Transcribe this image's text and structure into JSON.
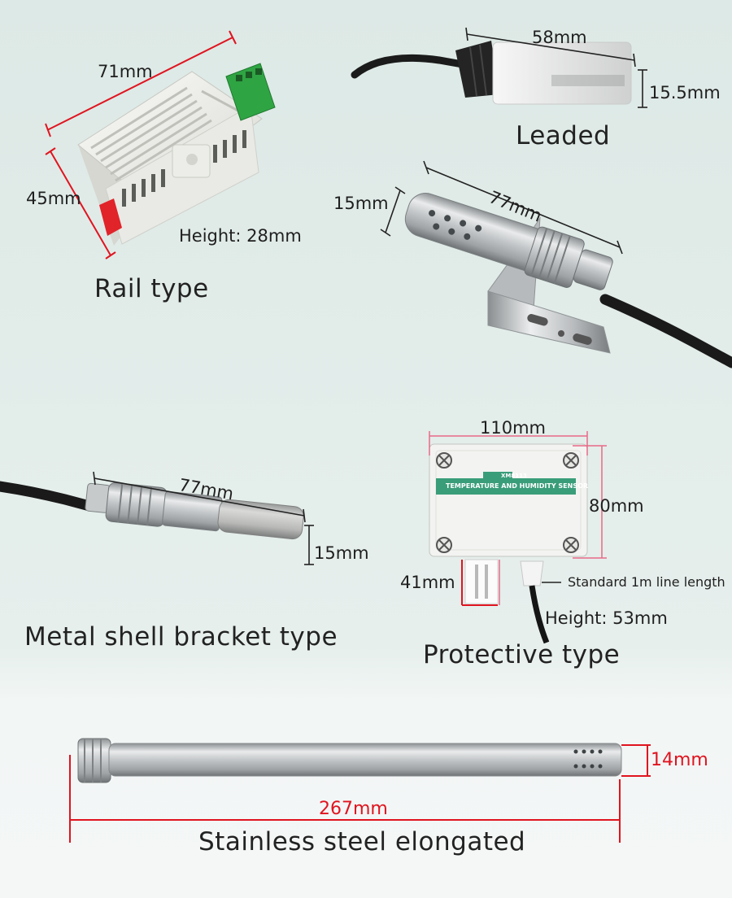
{
  "colors": {
    "background": "#e3ece9",
    "dimension_line_dark": "#222222",
    "dimension_line_red": "#e0141f",
    "enclosure_white": "#f1f1ec",
    "terminal_green": "#3bb44a",
    "steel": "#c9ccce"
  },
  "rail": {
    "length": "71mm",
    "width": "45mm",
    "height": "Height: 28mm",
    "title": "Rail type"
  },
  "leaded": {
    "length": "58mm",
    "diameter": "15.5mm",
    "title": "Leaded"
  },
  "bracket_probe": {
    "diameter": "15mm",
    "length": "77mm"
  },
  "metal_shell": {
    "length": "77mm",
    "diameter": "15mm",
    "title": "Metal shell bracket type"
  },
  "protective": {
    "width": "110mm",
    "height_dim": "80mm",
    "probe": "41mm",
    "cable": "Standard 1m line length",
    "height": "Height: 53mm",
    "title": "Protective type",
    "label_model": "XM8113",
    "label_text": "TEMPERATURE AND HUMIDITY SENSOR"
  },
  "stainless": {
    "diameter": "14mm",
    "length": "267mm",
    "title": "Stainless steel elongated"
  }
}
